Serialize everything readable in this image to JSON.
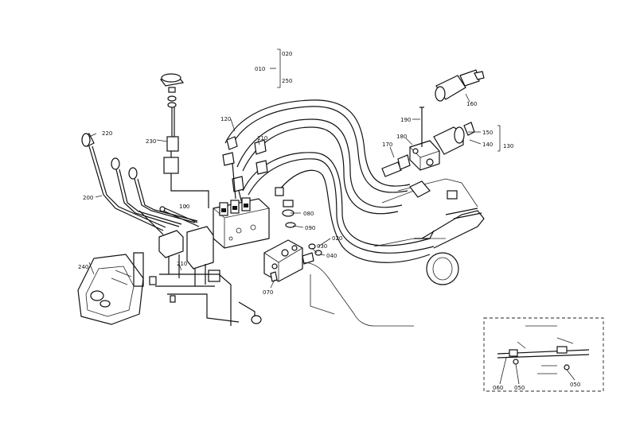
{
  "labels": {
    "l010": "010",
    "l020a": "020",
    "l250": "250",
    "l120": "120",
    "l230": "230",
    "l220": "220",
    "l200": "200",
    "l110": "110",
    "l100": "100",
    "l080": "080",
    "l090": "090",
    "l020b": "020",
    "l030": "030",
    "l040": "040",
    "l070": "070",
    "l210": "210",
    "l240": "240",
    "l190": "190",
    "l180": "180",
    "l170": "170",
    "l160": "160",
    "l150": "150",
    "l140": "140",
    "l130": "130",
    "l060": "060",
    "l050a": "050",
    "l050b": "050"
  }
}
